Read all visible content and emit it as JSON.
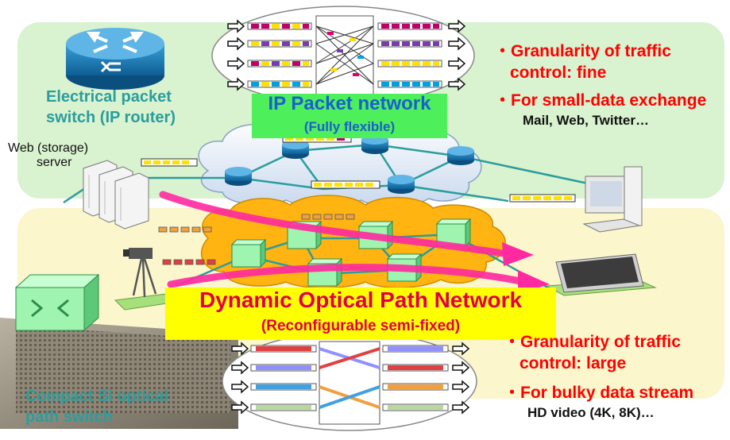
{
  "ip_network": {
    "title": "IP Packet network",
    "subtitle": "(Fully flexible)"
  },
  "optical_network": {
    "title": "Dynamic Optical Path Network",
    "subtitle": "(Reconfigurable semi-fixed)"
  },
  "router_label": {
    "line1": "Electrical packet",
    "line2": "switch (IP router)"
  },
  "server_label": {
    "line1": "Web (storage)",
    "line2": "server"
  },
  "si_switch_label": {
    "line1": "Compact Si optical",
    "line2": "path switch"
  },
  "ip_bullets": {
    "b1_line1": "・Granularity of traffic",
    "b1_line2": "control: fine",
    "b2": "・For small-data exchange",
    "examples": "Mail, Web, Twitter…"
  },
  "optical_bullets": {
    "b1_line1": "・Granularity of traffic",
    "b1_line2": "control: large",
    "b2": "・For bulky data stream",
    "examples": "HD video (4K, 8K)…"
  },
  "colors": {
    "ip_region": "#d9f2cf",
    "optical_region": "#fbf6cc",
    "bullet_red": "#ff0000",
    "label_teal": "#2a9d9d",
    "title_blue": "#1a5fd0",
    "title_red": "#e0004a",
    "magenta_arrow": "#ff2aa0"
  },
  "icons": [
    "router-icon",
    "server-icon",
    "camera-icon",
    "pc-icon",
    "laptop-icon",
    "optical-switch-icon",
    "si-chip-icon"
  ]
}
